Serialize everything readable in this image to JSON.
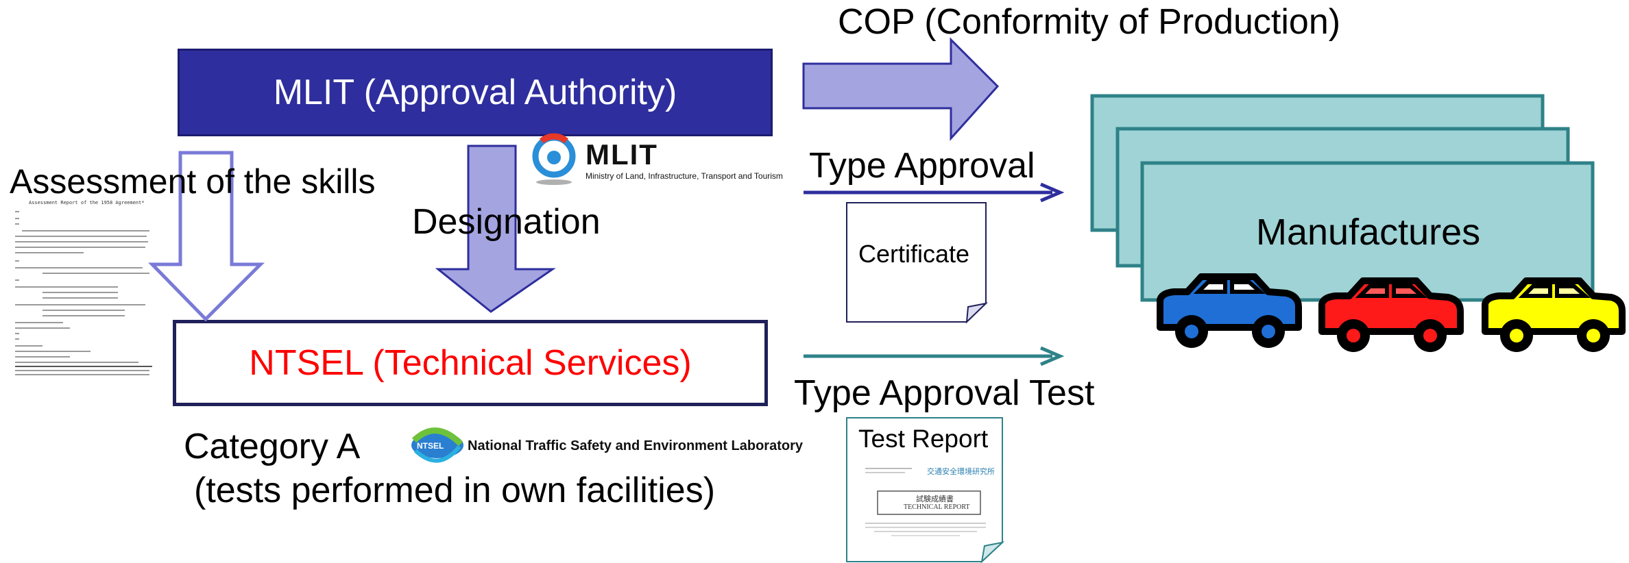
{
  "mlit_box": {
    "label": "MLIT (Approval Authority)"
  },
  "ntsel_box": {
    "label": "NTSEL (Technical Services)"
  },
  "cop_label": "COP (Conformity of Production)",
  "type_approval_label": "Type Approval",
  "type_approval_test_label": "Type Approval Test",
  "designation_label": "Designation",
  "assessment_label": "Assessment of the skills",
  "category_a": {
    "line1": "Category A",
    "line2": "(tests performed in own facilities)"
  },
  "manufactures_label": "Manufactures",
  "certificate_label": "Certificate",
  "test_report": {
    "title": "Test Report",
    "jp_org": "交通安全環境研究所",
    "jp_title": "試験成績書",
    "subtitle": "TECHNICAL REPORT"
  },
  "mlit_logo": {
    "wordmark": "MLIT",
    "caption": "Ministry of Land, Infrastructure, Transport and Tourism"
  },
  "ntsel_logo": {
    "emblem": "NTSEL",
    "caption": "National Traffic Safety and Environment Laboratory"
  },
  "assessment_doc": {
    "title": "Assessment Report of the 1958 Agreement*"
  },
  "cars": [
    {
      "color_name": "blue",
      "color": "#1f6fd6"
    },
    {
      "color_name": "red",
      "color": "#ff1a1a"
    },
    {
      "color_name": "yellow",
      "color": "#ffff00"
    }
  ],
  "colors": {
    "mlit_fill": "#2e2e9e",
    "ntsel_text": "#ff0000",
    "navy": "#20205a",
    "arrow_fill": "#a4a4e0",
    "teal_fill": "#9fd3d6",
    "teal_border": "#2e8288"
  }
}
